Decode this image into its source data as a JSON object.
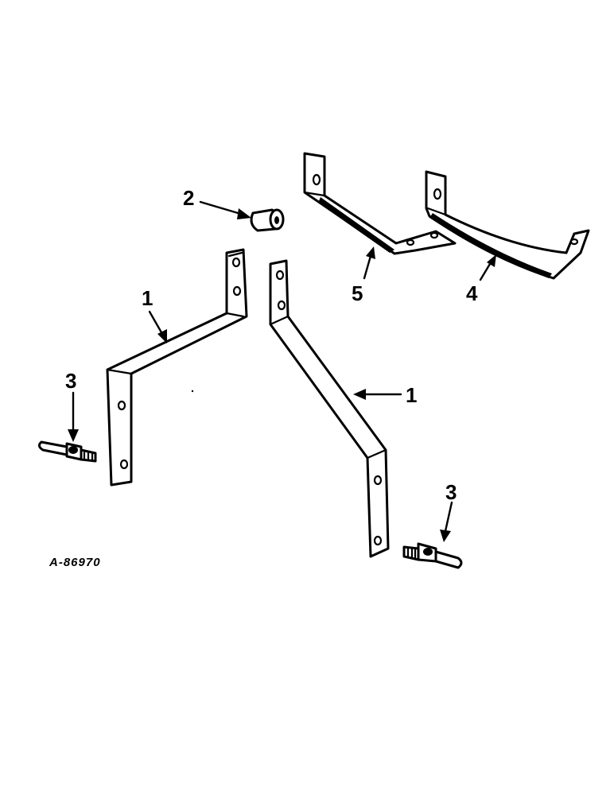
{
  "diagram": {
    "callouts": {
      "bracket_left": "1",
      "bracket_right": "1",
      "spacer": "2",
      "pin_left": "3",
      "pin_right": "3",
      "strap_rear": "4",
      "strap_front": "5"
    },
    "reference_code": "A-86970",
    "colors": {
      "ink": "#000000",
      "paper": "#ffffff"
    }
  }
}
